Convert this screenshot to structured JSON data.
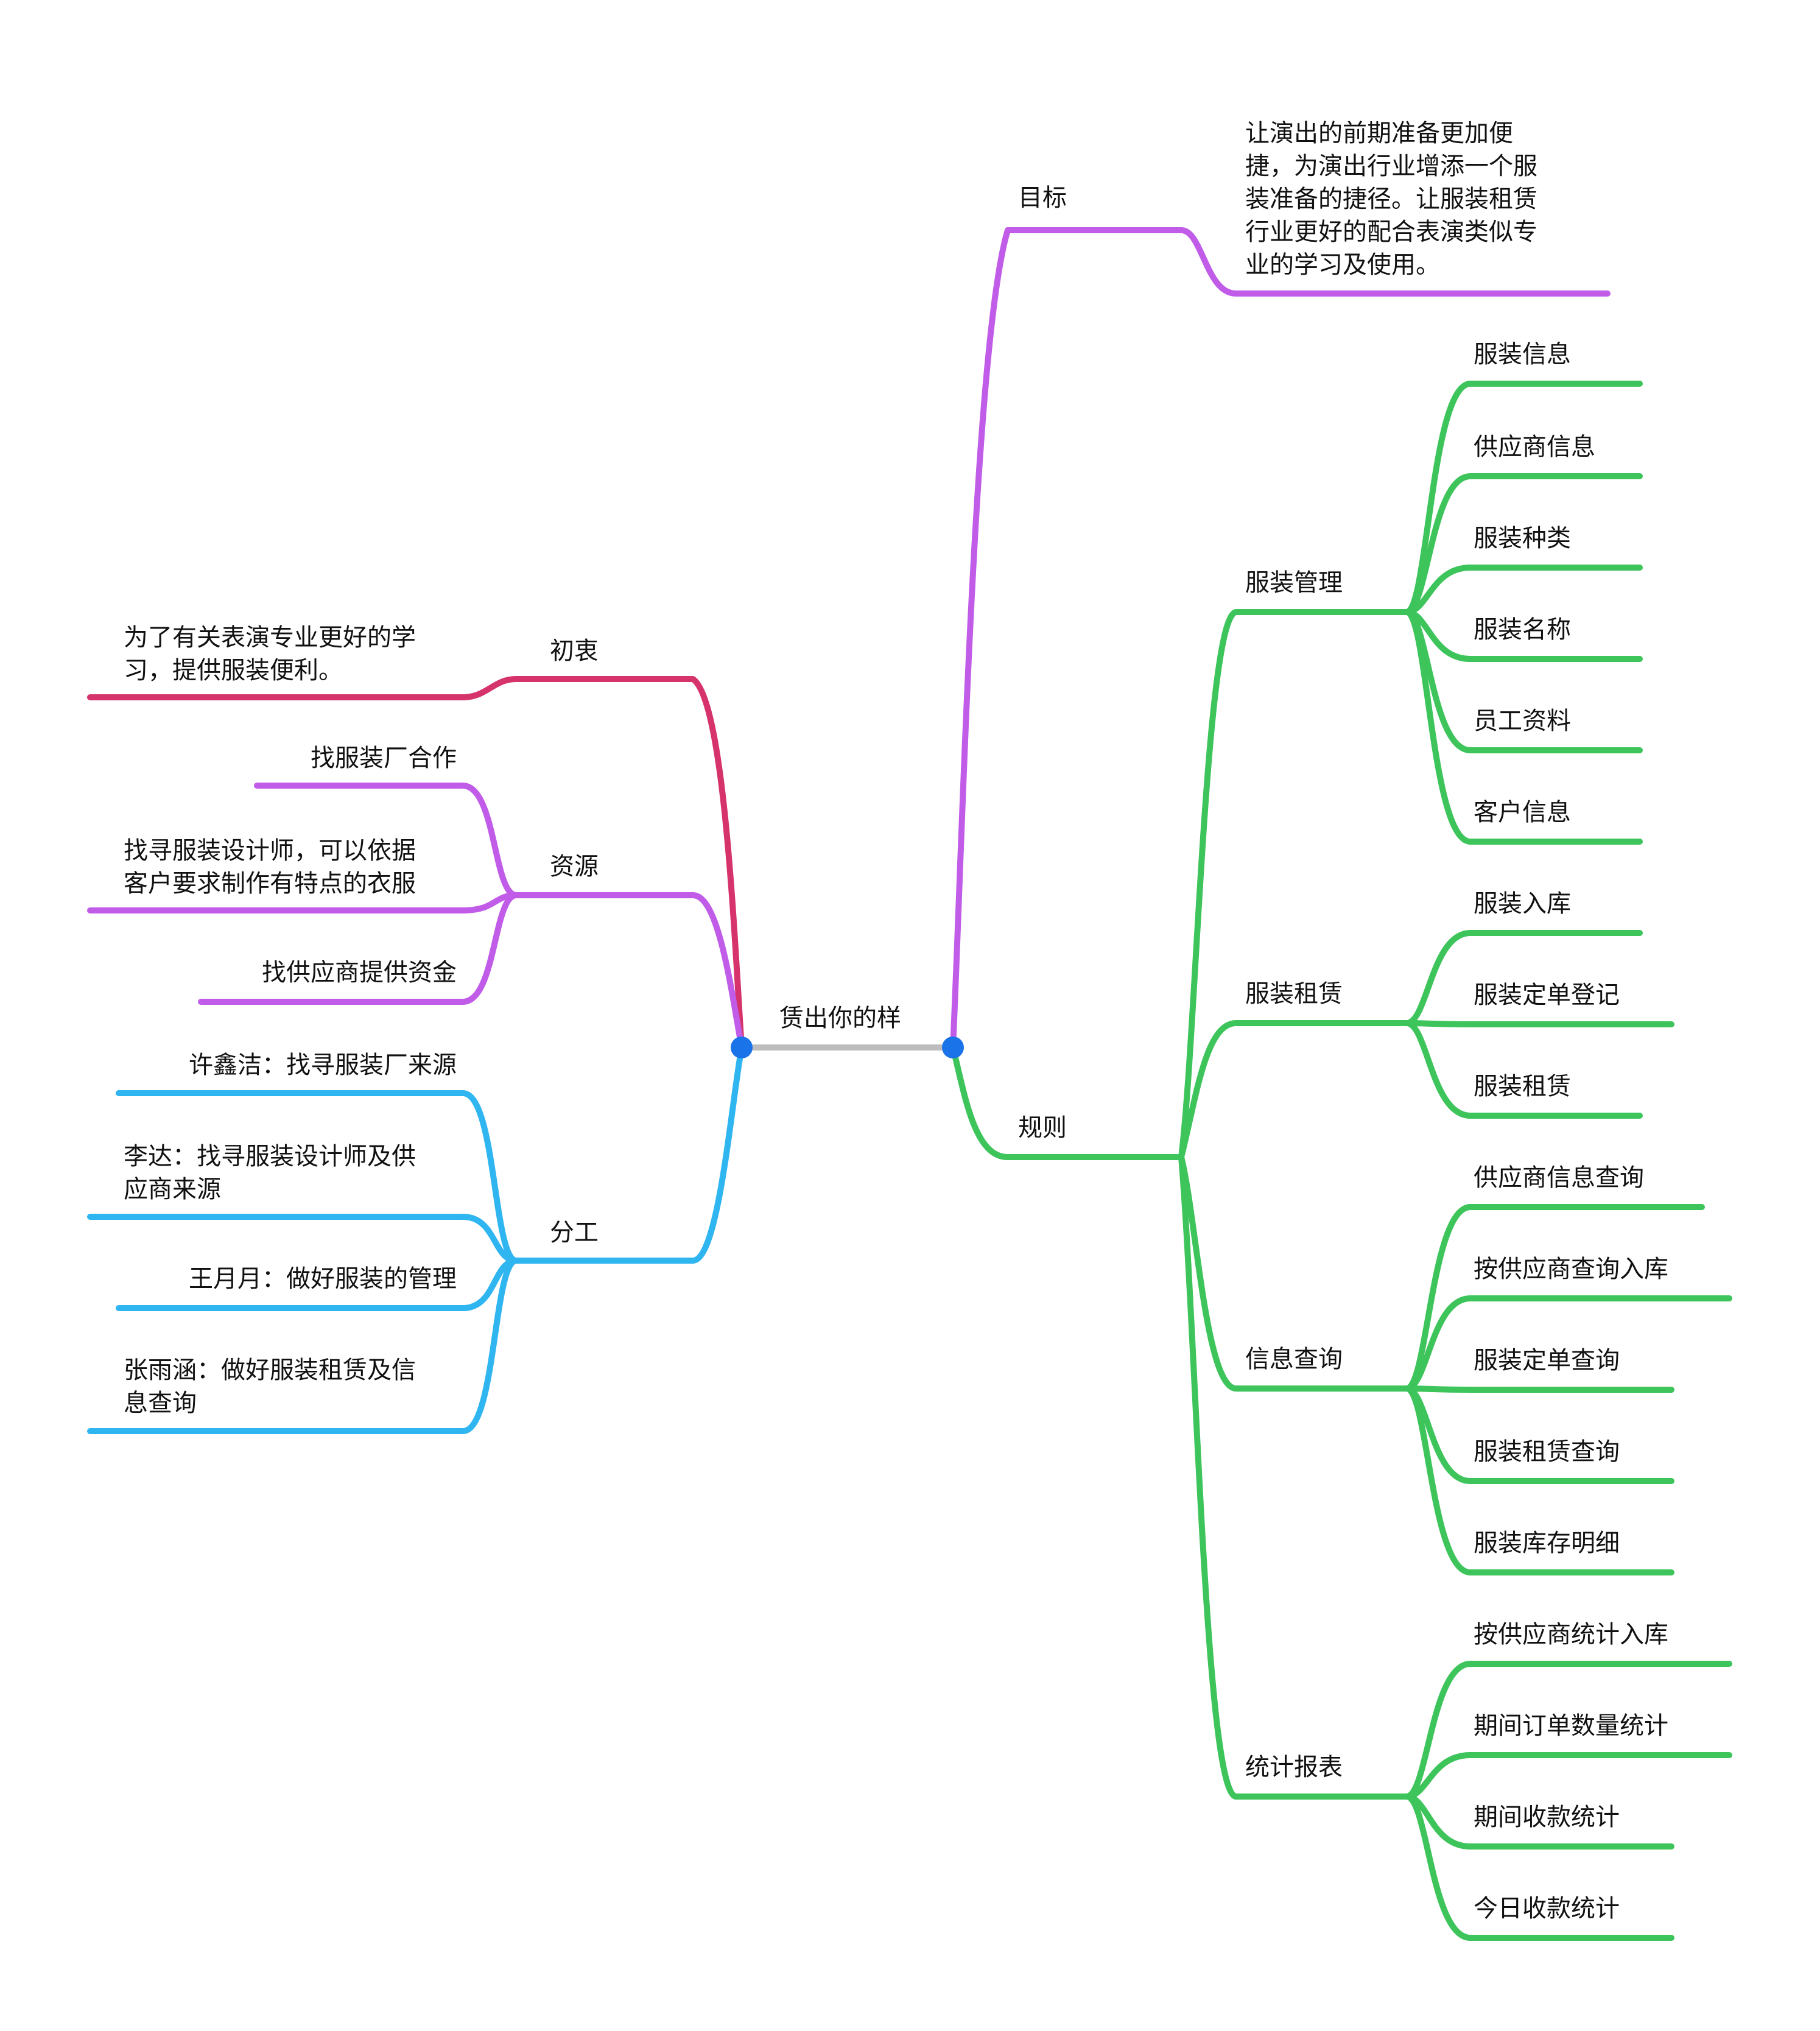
{
  "colors": {
    "root_link": "#bdbdbd",
    "dot": "#1a73e8",
    "chuzhong": "#d6336c",
    "ziyuan": "#c05ce8",
    "fengong": "#2fb5f0",
    "mubiao": "#c05ce8",
    "guize": "#3dc45a"
  },
  "root": {
    "label": "赁出你的样"
  },
  "left": {
    "chuzhong": {
      "label": "初衷",
      "children": [
        "为了有关表演专业更好的学\n习，提供服装便利。"
      ]
    },
    "ziyuan": {
      "label": "资源",
      "children": [
        "找服装厂合作",
        "找寻服装设计师，可以依据\n客户要求制作有特点的衣服",
        "找供应商提供资金"
      ]
    },
    "fengong": {
      "label": "分工",
      "children": [
        "许鑫洁：找寻服装厂来源",
        "李达：找寻服装设计师及供\n应商来源",
        "王月月：做好服装的管理",
        "张雨涵：做好服装租赁及信\n息查询"
      ]
    }
  },
  "right": {
    "mubiao": {
      "label": "目标",
      "children": [
        "让演出的前期准备更加便\n捷，为演出行业增添一个服\n装准备的捷径。让服装租赁\n行业更好的配合表演类似专\n业的学习及使用。"
      ]
    },
    "guize": {
      "label": "规则",
      "groups": [
        {
          "label": "服装管理",
          "children": [
            "服装信息",
            "供应商信息",
            "服装种类",
            "服装名称",
            "员工资料",
            "客户信息"
          ]
        },
        {
          "label": "服装租赁",
          "children": [
            "服装入库",
            "服装定单登记",
            "服装租赁"
          ]
        },
        {
          "label": "信息查询",
          "children": [
            "供应商信息查询",
            "按供应商查询入库",
            "服装定单查询",
            "服装租赁查询",
            "服装库存明细"
          ]
        },
        {
          "label": "统计报表",
          "children": [
            "按供应商统计入库",
            "期间订单数量统计",
            "期间收款统计",
            "今日收款统计"
          ]
        }
      ]
    }
  }
}
